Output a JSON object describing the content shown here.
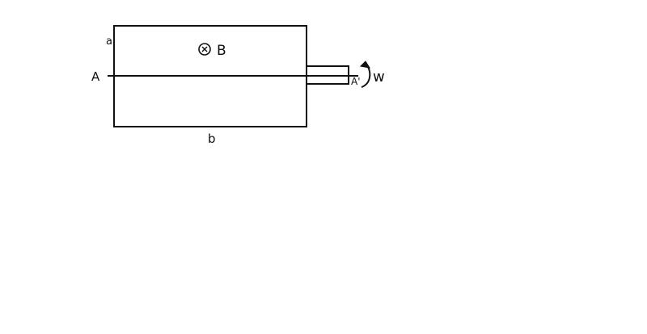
{
  "diagram": {
    "labels": {
      "side_a": "a",
      "side_b": "b",
      "axis_start": "A",
      "axis_end": "A'",
      "field": "B",
      "angular_velocity": "w"
    },
    "symbols": {
      "field_direction": "into-page-circle-x-icon",
      "rotation": "curved-arrow-icon"
    },
    "colors": {
      "ink": "#111111",
      "background": "#ffffff"
    }
  }
}
